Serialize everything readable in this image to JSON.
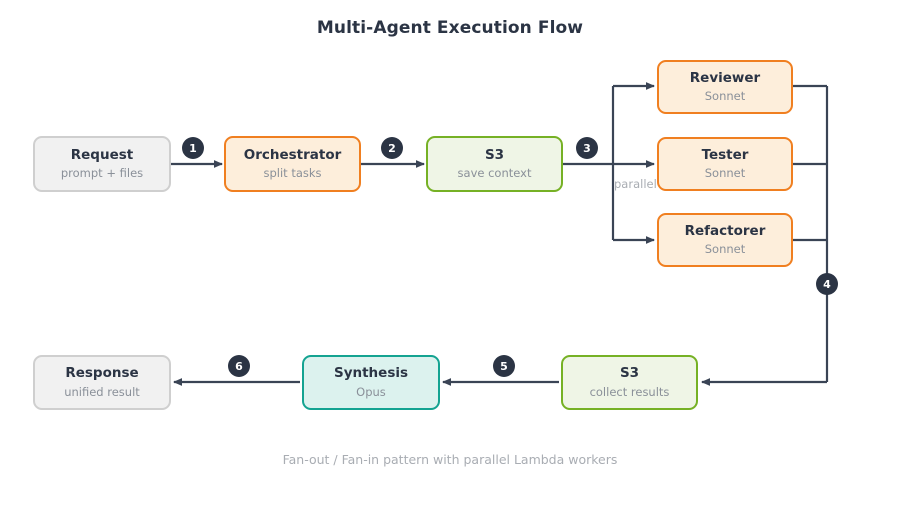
{
  "diagram": {
    "title": "Multi-Agent Execution Flow",
    "caption": "Fan-out / Fan-in pattern with parallel Lambda workers",
    "colors": {
      "ink": "#2b3444",
      "muted": "#8a9099",
      "gray_fill": "#f1f1f1",
      "gray_stroke": "#cfcfcf",
      "orange_fill": "#fdeedb",
      "orange_stroke": "#f07f20",
      "green_fill": "#eff5e6",
      "green_stroke": "#76b125",
      "teal_fill": "#dcf2ee",
      "teal_stroke": "#14a391",
      "wire": "#3a4455"
    },
    "nodes": [
      {
        "id": "request",
        "title": "Request",
        "subtitle": "prompt + files"
      },
      {
        "id": "orchestrator",
        "title": "Orchestrator",
        "subtitle": "split tasks"
      },
      {
        "id": "s3_save",
        "title": "S3",
        "subtitle": "save context"
      },
      {
        "id": "reviewer",
        "title": "Reviewer",
        "subtitle": "Sonnet"
      },
      {
        "id": "tester",
        "title": "Tester",
        "subtitle": "Sonnet"
      },
      {
        "id": "refactorer",
        "title": "Refactorer",
        "subtitle": "Sonnet"
      },
      {
        "id": "s3_collect",
        "title": "S3",
        "subtitle": "collect results"
      },
      {
        "id": "synthesis",
        "title": "Synthesis",
        "subtitle": "Opus"
      },
      {
        "id": "response",
        "title": "Response",
        "subtitle": "unified result"
      }
    ],
    "edges": [
      {
        "id": "e1",
        "badge": "1",
        "from": "request",
        "to": "orchestrator"
      },
      {
        "id": "e2",
        "badge": "2",
        "from": "orchestrator",
        "to": "s3_save"
      },
      {
        "id": "e3",
        "badge": "3",
        "from": "s3_save",
        "to": "agents",
        "label": "parallel"
      },
      {
        "id": "e4",
        "badge": "4",
        "from": "agents",
        "to": "s3_collect"
      },
      {
        "id": "e5",
        "badge": "5",
        "from": "s3_collect",
        "to": "synthesis"
      },
      {
        "id": "e6",
        "badge": "6",
        "from": "synthesis",
        "to": "response"
      }
    ]
  }
}
